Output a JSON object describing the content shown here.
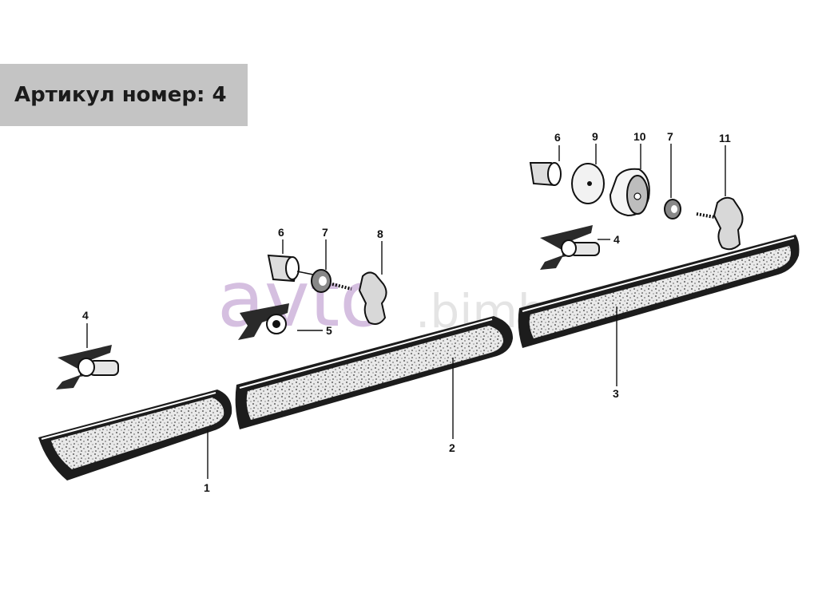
{
  "header": {
    "article_label": "Артикул номер: 4"
  },
  "watermark": {
    "brand": "avto",
    "domain": ".bimbg"
  },
  "callouts": {
    "n1": "1",
    "n2": "2",
    "n3": "3",
    "n4a": "4",
    "n4b": "4",
    "n5": "5",
    "n6a": "6",
    "n6b": "6",
    "n7a": "7",
    "n7b": "7",
    "n8": "8",
    "n9": "9",
    "n10": "10",
    "n11": "11"
  },
  "colors": {
    "badge": "#c4c4c4",
    "watermark": "#b48cc8",
    "ink": "#111111"
  }
}
